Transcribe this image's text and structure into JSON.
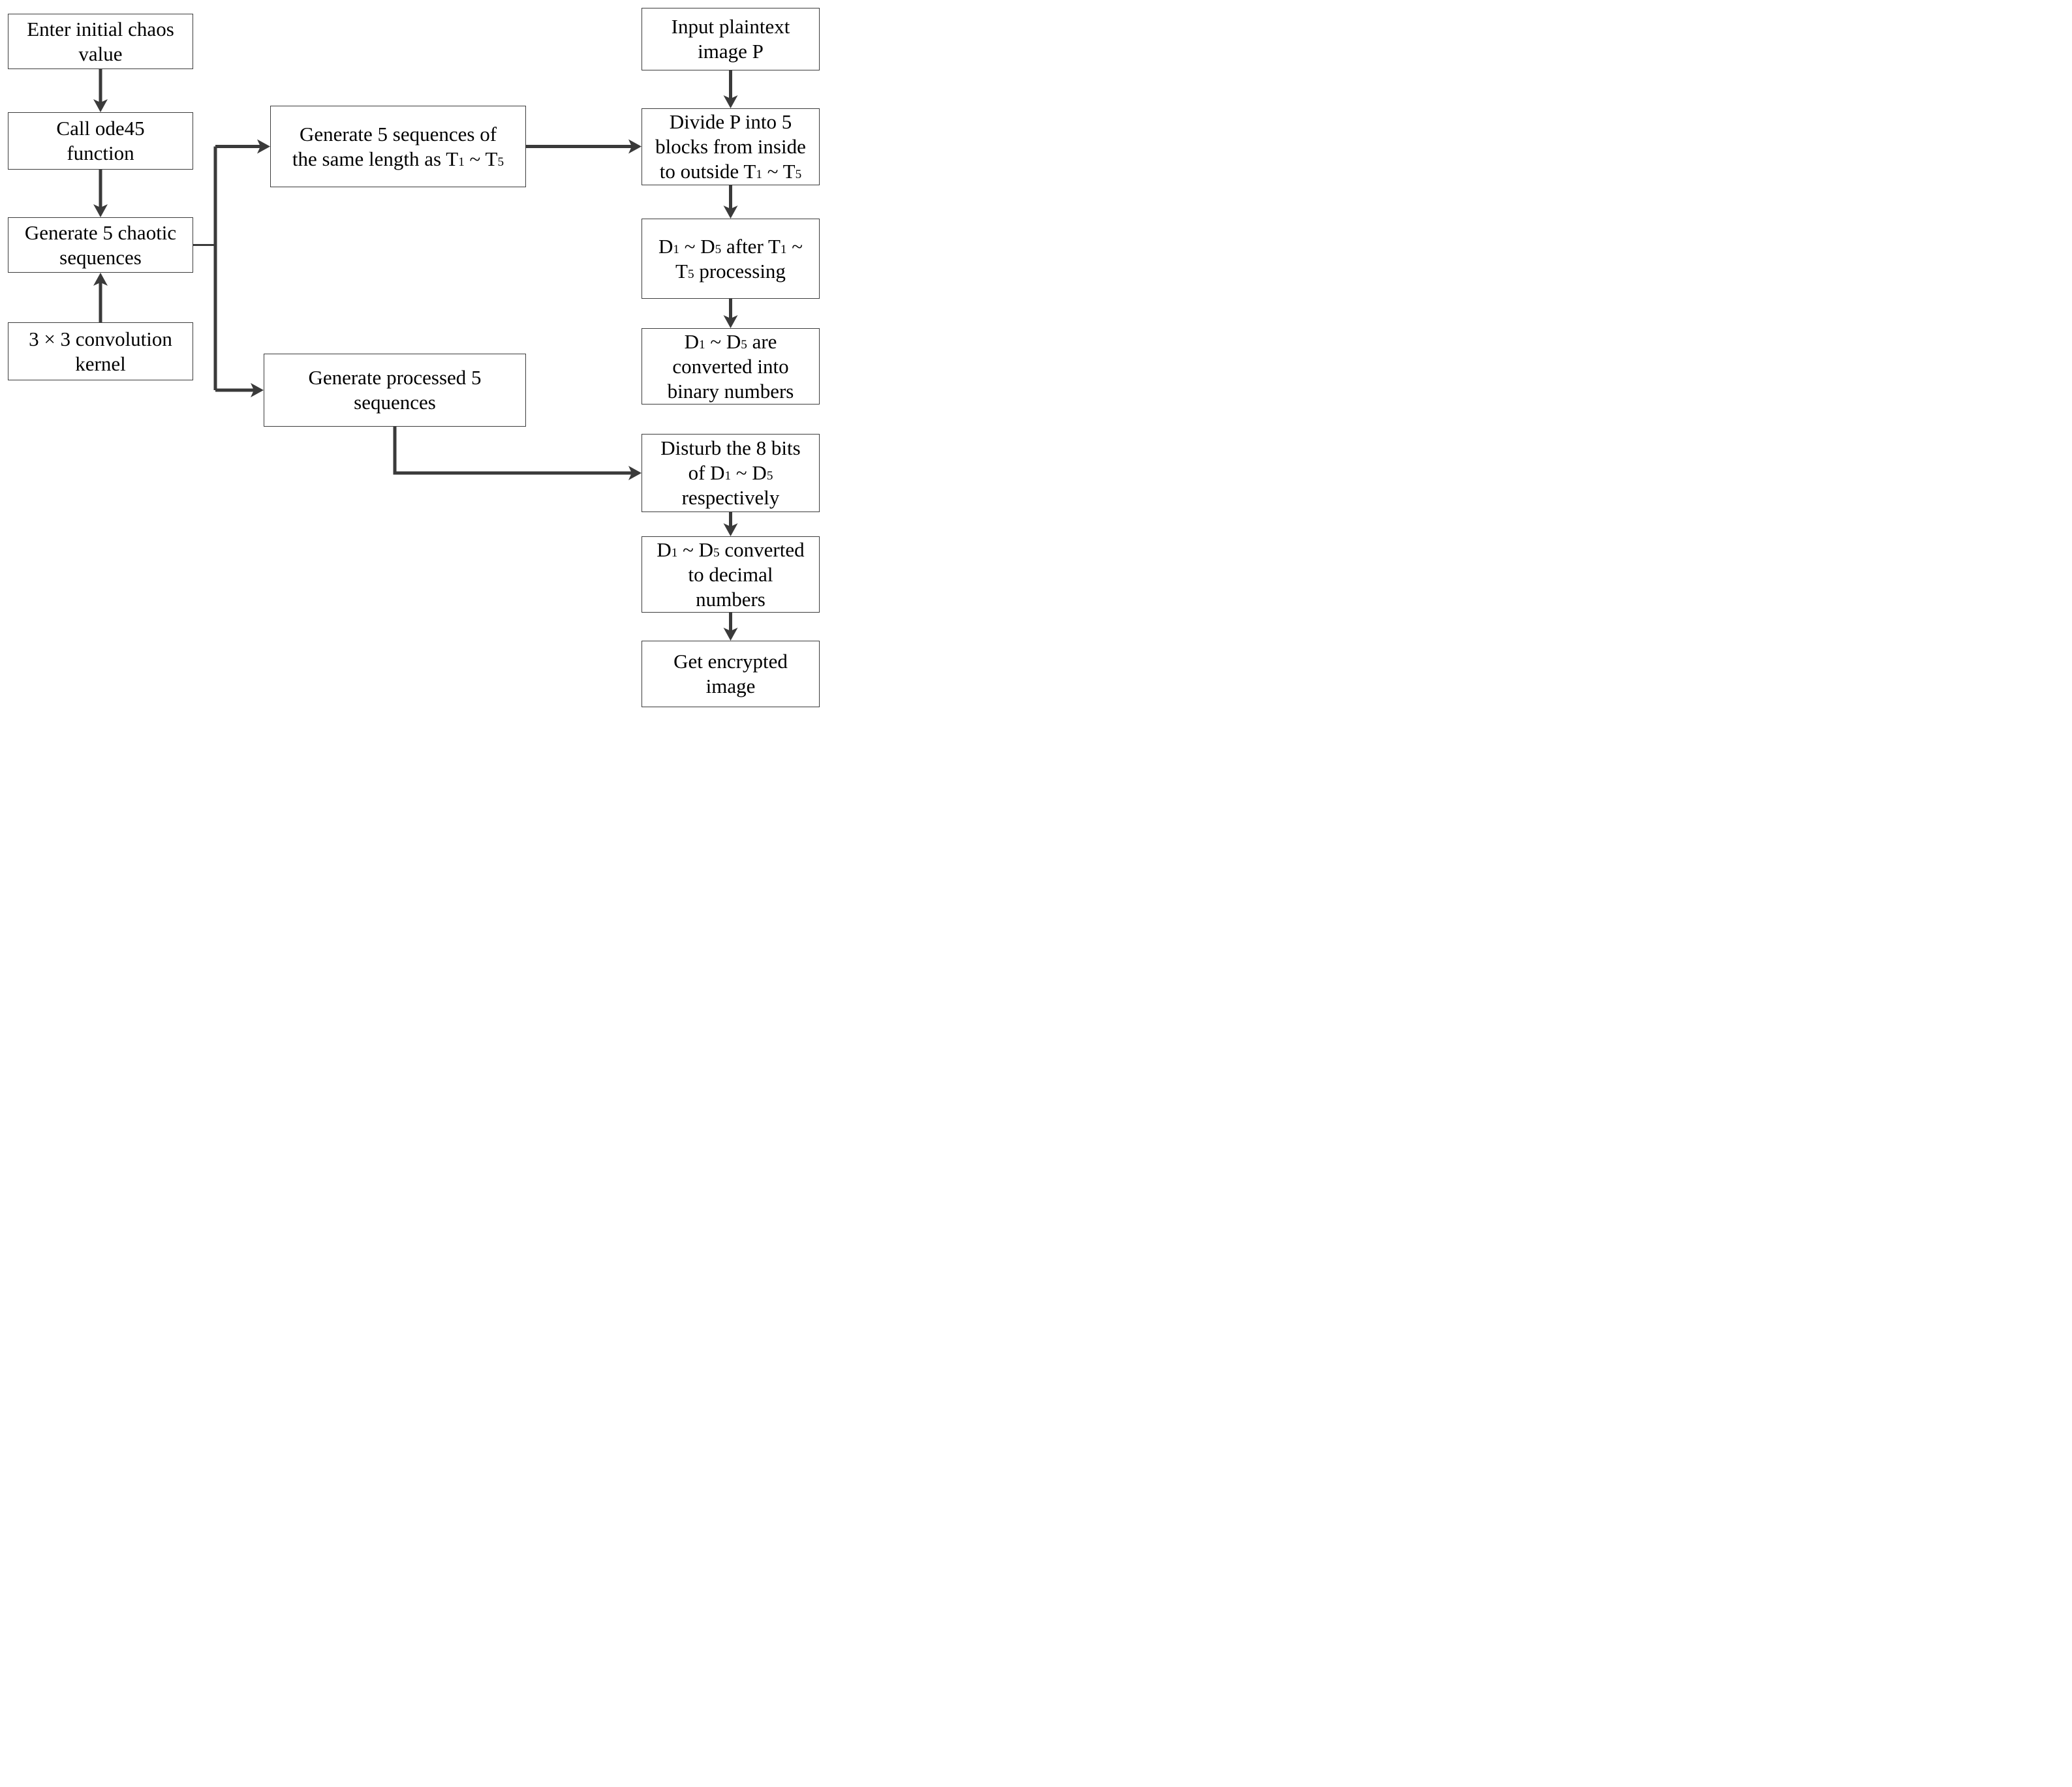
{
  "diagram": {
    "type": "flowchart",
    "colors": {
      "arrow": "#3a3a3a",
      "box_border": "#3c3c3c",
      "text": "#000000",
      "background": "#ffffff"
    },
    "nodes": [
      {
        "id": "enter-initial-chaos",
        "lines": [
          [
            {
              "t": "Enter initial chaos"
            }
          ],
          [
            {
              "t": "value"
            }
          ]
        ]
      },
      {
        "id": "call-ode45",
        "lines": [
          [
            {
              "t": "Call ode45"
            }
          ],
          [
            {
              "t": "function"
            }
          ]
        ]
      },
      {
        "id": "generate-5-chaotic",
        "lines": [
          [
            {
              "t": "Generate 5 chaotic"
            }
          ],
          [
            {
              "t": "sequences"
            }
          ]
        ]
      },
      {
        "id": "convolution-kernel",
        "lines": [
          [
            {
              "t": "3 × 3 convolution"
            }
          ],
          [
            {
              "t": "kernel"
            }
          ]
        ]
      },
      {
        "id": "generate-5-sequences",
        "lines": [
          [
            {
              "t": "Generate 5 sequences of"
            }
          ],
          [
            {
              "t": "the same length as T"
            },
            {
              "t": "1",
              "sub": true
            },
            {
              "t": " ~ T"
            },
            {
              "t": "5",
              "sub": true
            }
          ]
        ]
      },
      {
        "id": "generate-processed-5",
        "lines": [
          [
            {
              "t": "Generate processed 5"
            }
          ],
          [
            {
              "t": "sequences"
            }
          ]
        ]
      },
      {
        "id": "input-plaintext",
        "lines": [
          [
            {
              "t": "Input plaintext"
            }
          ],
          [
            {
              "t": "image P"
            }
          ]
        ]
      },
      {
        "id": "divide-p",
        "lines": [
          [
            {
              "t": "Divide P into 5"
            }
          ],
          [
            {
              "t": "blocks from inside"
            }
          ],
          [
            {
              "t": "to outside T"
            },
            {
              "t": "1",
              "sub": true
            },
            {
              "t": " ~ T"
            },
            {
              "t": "5",
              "sub": true
            }
          ]
        ]
      },
      {
        "id": "d-after-t",
        "lines": [
          [
            {
              "t": "D"
            },
            {
              "t": "1",
              "sub": true
            },
            {
              "t": " ~ D"
            },
            {
              "t": "5",
              "sub": true
            },
            {
              "t": " after T"
            },
            {
              "t": "1",
              "sub": true
            },
            {
              "t": " ~"
            }
          ],
          [
            {
              "t": "T"
            },
            {
              "t": "5",
              "sub": true
            },
            {
              "t": " processing"
            }
          ]
        ]
      },
      {
        "id": "d-binary",
        "lines": [
          [
            {
              "t": "D"
            },
            {
              "t": "1",
              "sub": true
            },
            {
              "t": " ~ D"
            },
            {
              "t": "5",
              "sub": true
            },
            {
              "t": " are"
            }
          ],
          [
            {
              "t": "converted into"
            }
          ],
          [
            {
              "t": "binary numbers"
            }
          ]
        ]
      },
      {
        "id": "disturb-bits",
        "lines": [
          [
            {
              "t": "Disturb the 8 bits"
            }
          ],
          [
            {
              "t": "of D"
            },
            {
              "t": "1",
              "sub": true
            },
            {
              "t": " ~ D"
            },
            {
              "t": "5",
              "sub": true
            }
          ],
          [
            {
              "t": "respectively"
            }
          ]
        ]
      },
      {
        "id": "d-decimal",
        "lines": [
          [
            {
              "t": "D"
            },
            {
              "t": "1",
              "sub": true
            },
            {
              "t": " ~ D"
            },
            {
              "t": "5",
              "sub": true
            },
            {
              "t": " converted"
            }
          ],
          [
            {
              "t": "to decimal"
            }
          ],
          [
            {
              "t": "numbers"
            }
          ]
        ]
      },
      {
        "id": "encrypted-image",
        "lines": [
          [
            {
              "t": "Get encrypted"
            }
          ],
          [
            {
              "t": "image"
            }
          ]
        ]
      }
    ],
    "edges": [
      {
        "from": "enter-initial-chaos",
        "to": "call-ode45",
        "route": "down"
      },
      {
        "from": "call-ode45",
        "to": "generate-5-chaotic",
        "route": "down"
      },
      {
        "from": "convolution-kernel",
        "to": "generate-5-chaotic",
        "route": "up"
      },
      {
        "from": "generate-5-chaotic",
        "to": "generate-5-sequences",
        "route": "branch"
      },
      {
        "from": "generate-5-chaotic",
        "to": "generate-processed-5",
        "route": "branch"
      },
      {
        "from": "generate-5-sequences",
        "to": "divide-p",
        "route": "right"
      },
      {
        "from": "input-plaintext",
        "to": "divide-p",
        "route": "down"
      },
      {
        "from": "divide-p",
        "to": "d-after-t",
        "route": "down"
      },
      {
        "from": "d-after-t",
        "to": "d-binary",
        "route": "down"
      },
      {
        "from": "generate-processed-5",
        "to": "disturb-bits",
        "route": "down-right"
      },
      {
        "from": "disturb-bits",
        "to": "d-decimal",
        "route": "down"
      },
      {
        "from": "d-decimal",
        "to": "encrypted-image",
        "route": "down"
      }
    ]
  }
}
